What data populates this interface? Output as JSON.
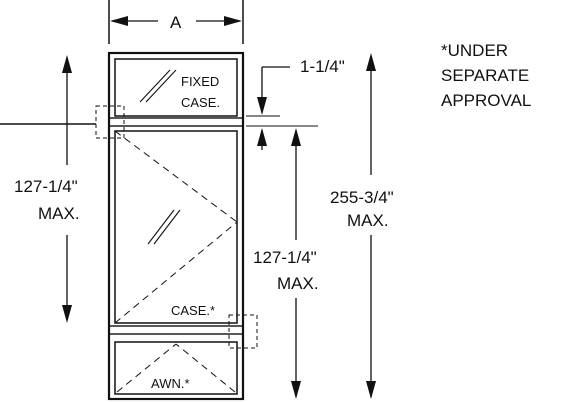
{
  "labels": {
    "width_label": "A",
    "fixed_case_line1": "FIXED",
    "fixed_case_line2": "CASE.",
    "case_label": "CASE.*",
    "awning_label": "AWN.*",
    "mullion_dim": "1-1/4\"",
    "overall_height": "255-3/4\"",
    "overall_height_max": "MAX.",
    "left_height": "127-1/4\"",
    "left_height_max": "MAX.",
    "inner_height": "127-1/4\"",
    "inner_height_max": "MAX.",
    "note_line1": "*UNDER",
    "note_line2": "SEPARATE",
    "note_line3": "APPROVAL"
  }
}
